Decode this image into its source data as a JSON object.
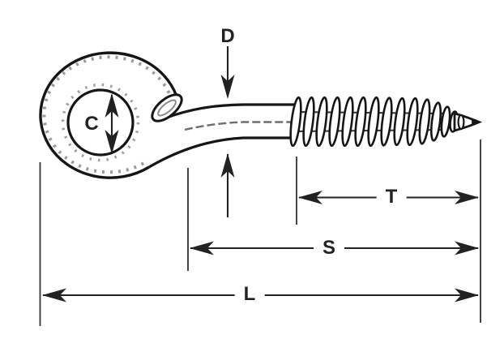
{
  "diagram": {
    "dimension_labels": {
      "wire_diameter": "D",
      "eye_inner_diameter": "C",
      "thread_length": "T",
      "shank_length": "S",
      "overall_length": "L"
    },
    "colors": {
      "line": "#222222",
      "drawing_stroke": "#161616",
      "background": "#ffffff"
    }
  }
}
